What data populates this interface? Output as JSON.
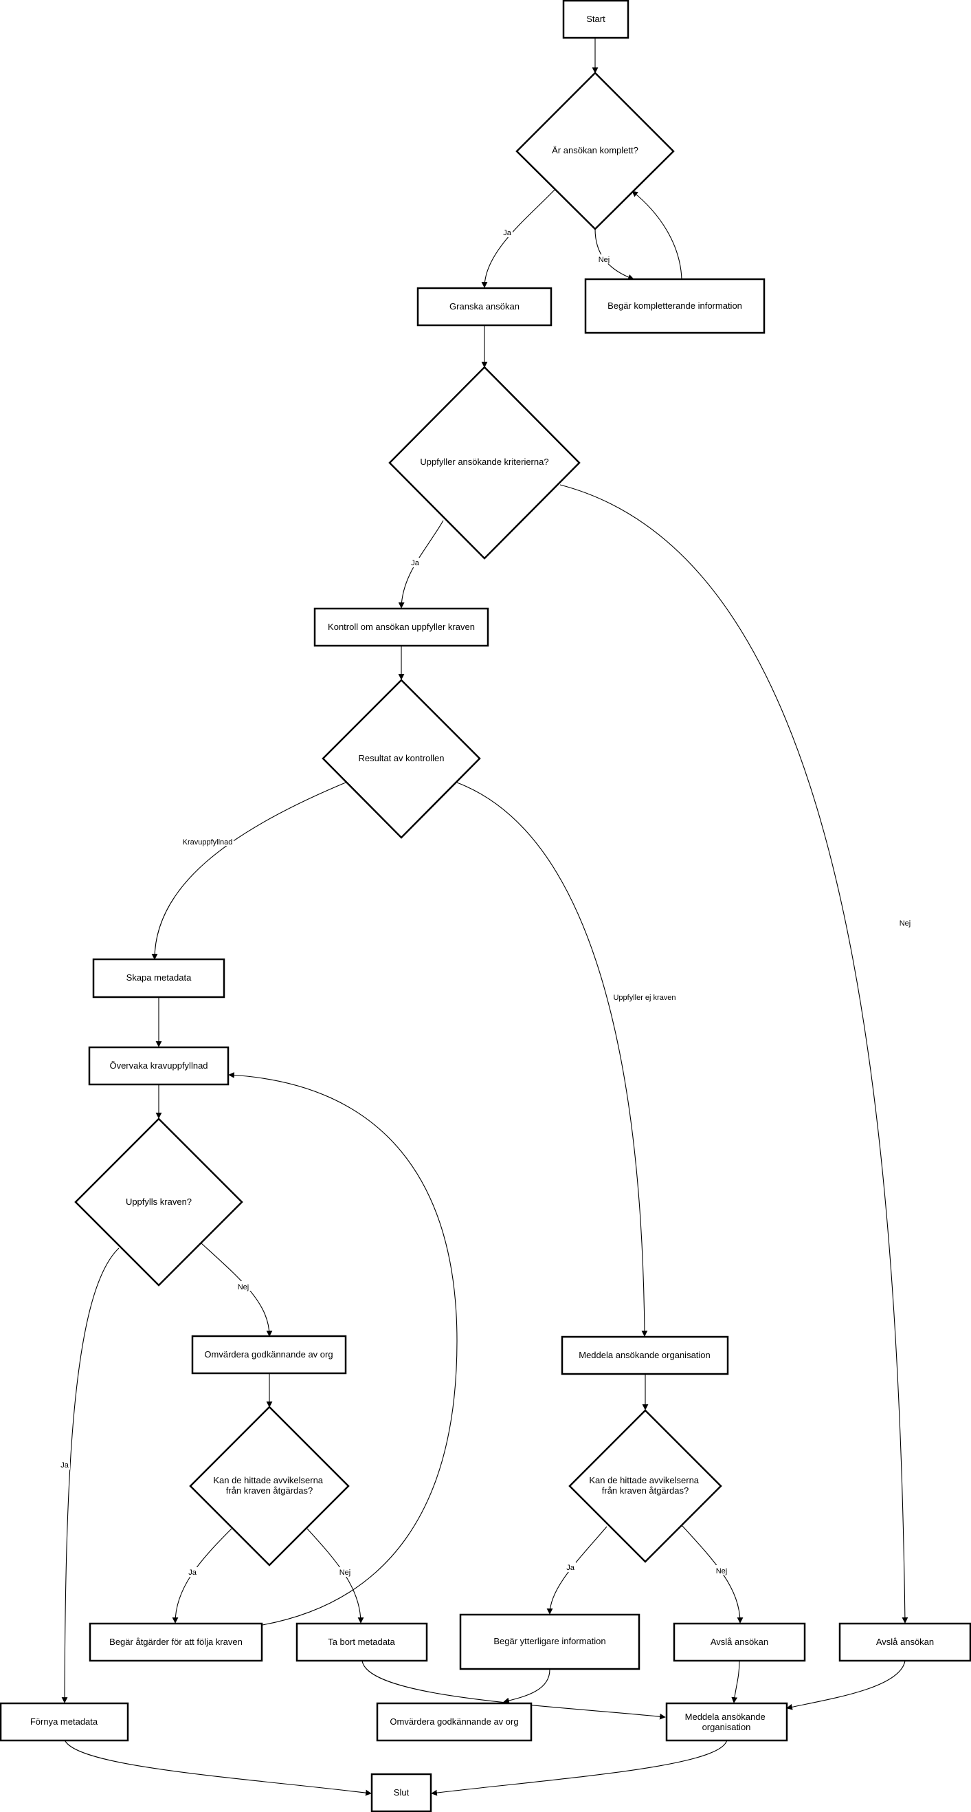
{
  "nodes": {
    "start": "Start",
    "complete": "Är ansökan komplett?",
    "review": "Granska ansökan",
    "request_info": "Begär kompletterande information",
    "criteria": "Uppfyller ansökande kriterierna?",
    "check": "Kontroll om ansökan uppfyller kraven",
    "result": "Resultat av kontrollen",
    "create_meta": "Skapa metadata",
    "monitor": "Övervaka kravuppfyllnad",
    "fulfilled": "Uppfylls kraven?",
    "reeval_left": "Omvärdera godkännande av org",
    "fixable_left": [
      "Kan de hittade avvikelserna",
      "från kraven åtgärdas?"
    ],
    "request_actions": "Begär åtgärder för att följa kraven",
    "remove_meta": "Ta bort metadata",
    "renew_meta": "Förnya metadata",
    "notify_org": "Meddela ansökande organisation",
    "fixable_right": [
      "Kan de hittade avvikelserna",
      "från kraven åtgärdas?"
    ],
    "request_more": "Begär ytterligare information",
    "reject_mid": "Avslå ansökan",
    "reject_right": "Avslå ansökan",
    "reeval_bottom": "Omvärdera godkännande av org",
    "notify_org_bottom": [
      "Meddela ansökande",
      "organisation"
    ],
    "end": "Slut"
  },
  "edge_labels": {
    "yes": "Ja",
    "no": "Nej",
    "fulfilled": "Kravuppfyllnad",
    "not_fulfilled": "Uppfyller ej kraven"
  },
  "colors": {
    "stroke": "#000000",
    "fill": "#ffffff"
  }
}
